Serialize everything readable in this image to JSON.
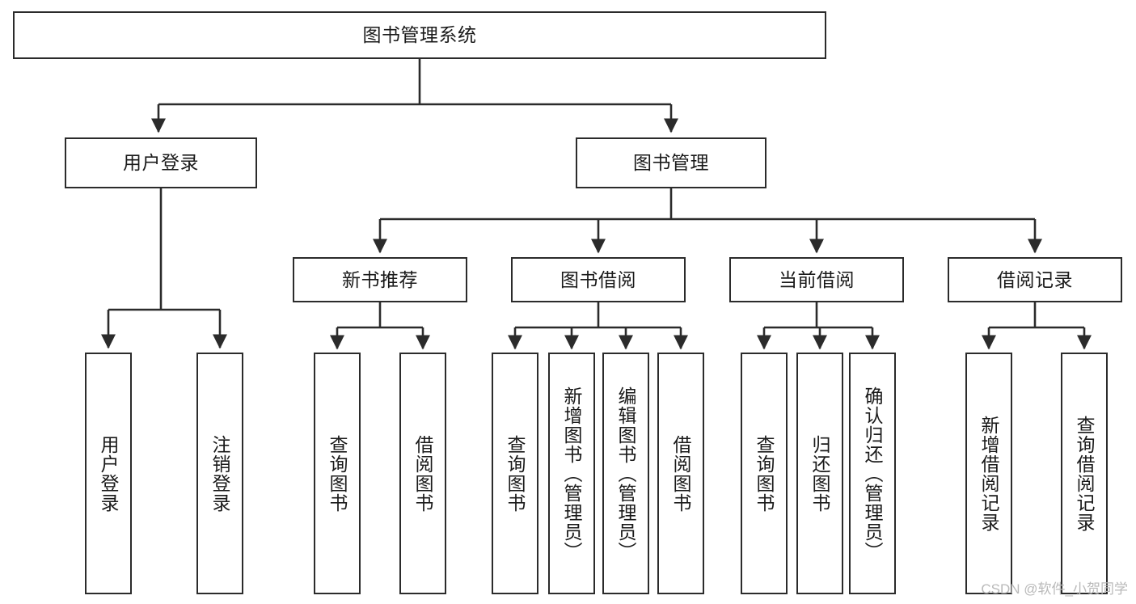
{
  "diagram": {
    "type": "tree-hierarchy",
    "title": "图书管理系统",
    "watermark": "CSDN @软件_小贺同学",
    "colors": {
      "stroke": "#2b2b2b",
      "fill": "#ffffff",
      "text": "#1a1a1a",
      "watermark": "#b9b9b9"
    },
    "nodes": {
      "root": {
        "label": "图书管理系统"
      },
      "level1": [
        {
          "id": "user-login",
          "label": "用户登录"
        },
        {
          "id": "book-management",
          "label": "图书管理"
        }
      ],
      "level2": [
        {
          "id": "new-book-recommend",
          "label": "新书推荐"
        },
        {
          "id": "book-borrow",
          "label": "图书借阅"
        },
        {
          "id": "current-borrow",
          "label": "当前借阅"
        },
        {
          "id": "borrow-record",
          "label": "借阅记录"
        }
      ],
      "leaves": {
        "user-login": [
          {
            "id": "leaf-user-login",
            "label": "用户登录"
          },
          {
            "id": "leaf-logout",
            "label": "注销登录"
          }
        ],
        "new-book-recommend": [
          {
            "id": "leaf-query-book-1",
            "label": "查询图书"
          },
          {
            "id": "leaf-borrow-book-1",
            "label": "借阅图书"
          }
        ],
        "book-borrow": [
          {
            "id": "leaf-query-book-2",
            "label": "查询图书"
          },
          {
            "id": "leaf-add-book",
            "label": "新增图书（管理员）"
          },
          {
            "id": "leaf-edit-book",
            "label": "编辑图书（管理员）"
          },
          {
            "id": "leaf-borrow-book-2",
            "label": "借阅图书"
          }
        ],
        "current-borrow": [
          {
            "id": "leaf-query-book-3",
            "label": "查询图书"
          },
          {
            "id": "leaf-return-book",
            "label": "归还图书"
          },
          {
            "id": "leaf-confirm-return",
            "label": "确认归还（管理员）"
          }
        ],
        "borrow-record": [
          {
            "id": "leaf-add-record",
            "label": "新增借阅记录"
          },
          {
            "id": "leaf-query-record",
            "label": "查询借阅记录"
          }
        ]
      }
    }
  }
}
